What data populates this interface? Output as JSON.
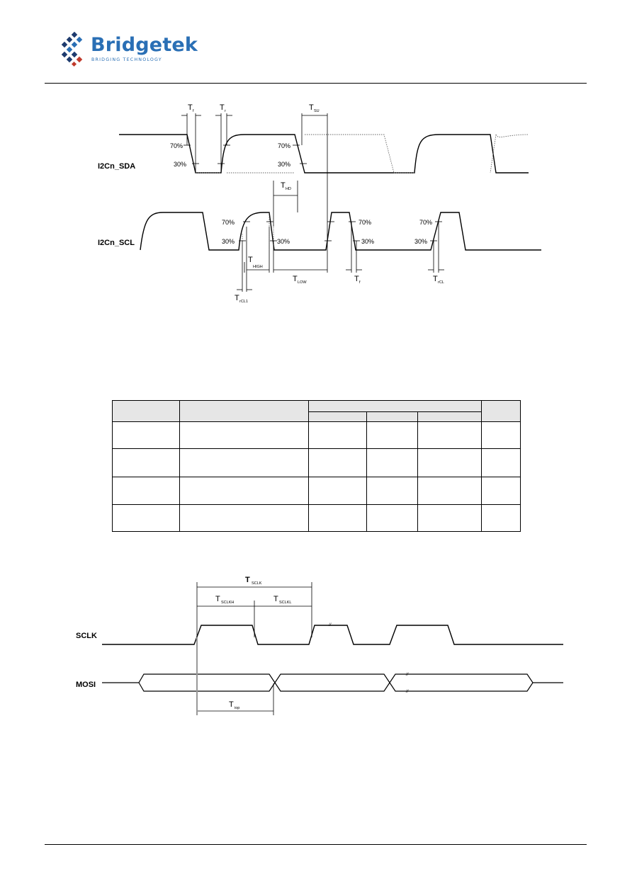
{
  "header": {
    "logo_text": "Bridgetek",
    "logo_tagline": "BRIDGING TECHNOLOGY",
    "brand_color": "#2a6fb5"
  },
  "i2c_diagram": {
    "sda_label": "I2Cn_SDA",
    "scl_label": "I2Cn_SCL",
    "pct70": "70%",
    "pct30": "30%",
    "t_letter": "T",
    "sub_f": "f",
    "sub_r": "r",
    "sub_su": "SU",
    "sub_hd": "HD",
    "sub_high": "HIGH",
    "sub_low": "LOW",
    "sub_rcl1": "rCL1",
    "sub_rcl": "rCL"
  },
  "spi_diagram": {
    "sclk_label": "SCLK",
    "mosi_label": "MOSI",
    "t_letter": "T",
    "sub_sclk": "SCLK",
    "sub_sclkh": "SCLKH",
    "sub_sclkl": "SCLKL",
    "sub_iop": "iop",
    "break_mark": "//"
  },
  "table": {
    "rows": 4,
    "min_typ_max_columns": 3
  }
}
